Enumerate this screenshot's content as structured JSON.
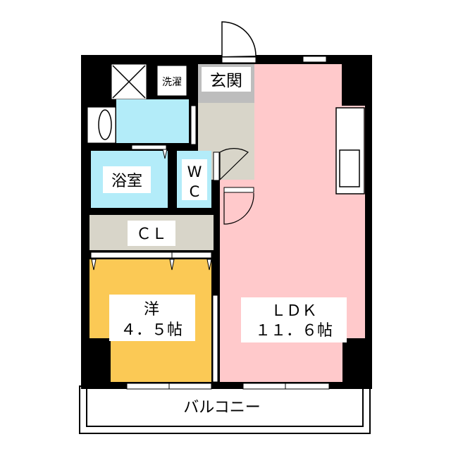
{
  "floorplan": {
    "rooms": {
      "laundry": "洗濯",
      "entrance": "玄関",
      "bathroom": "浴室",
      "wc_line1": "W",
      "wc_line2": "C",
      "closet": "ＣＬ",
      "western_room": "洋",
      "western_room_size": "４．５帖",
      "ldk": "ＬＤＫ",
      "ldk_size": "１１．６帖",
      "balcony": "バルコニー"
    },
    "colors": {
      "wall": "#000000",
      "wet_area": "#b3ecf9",
      "entrance": "#bdbdbd",
      "hall": "#d8d5c9",
      "western_room": "#fbc955",
      "ldk": "#ffc9cb"
    }
  }
}
